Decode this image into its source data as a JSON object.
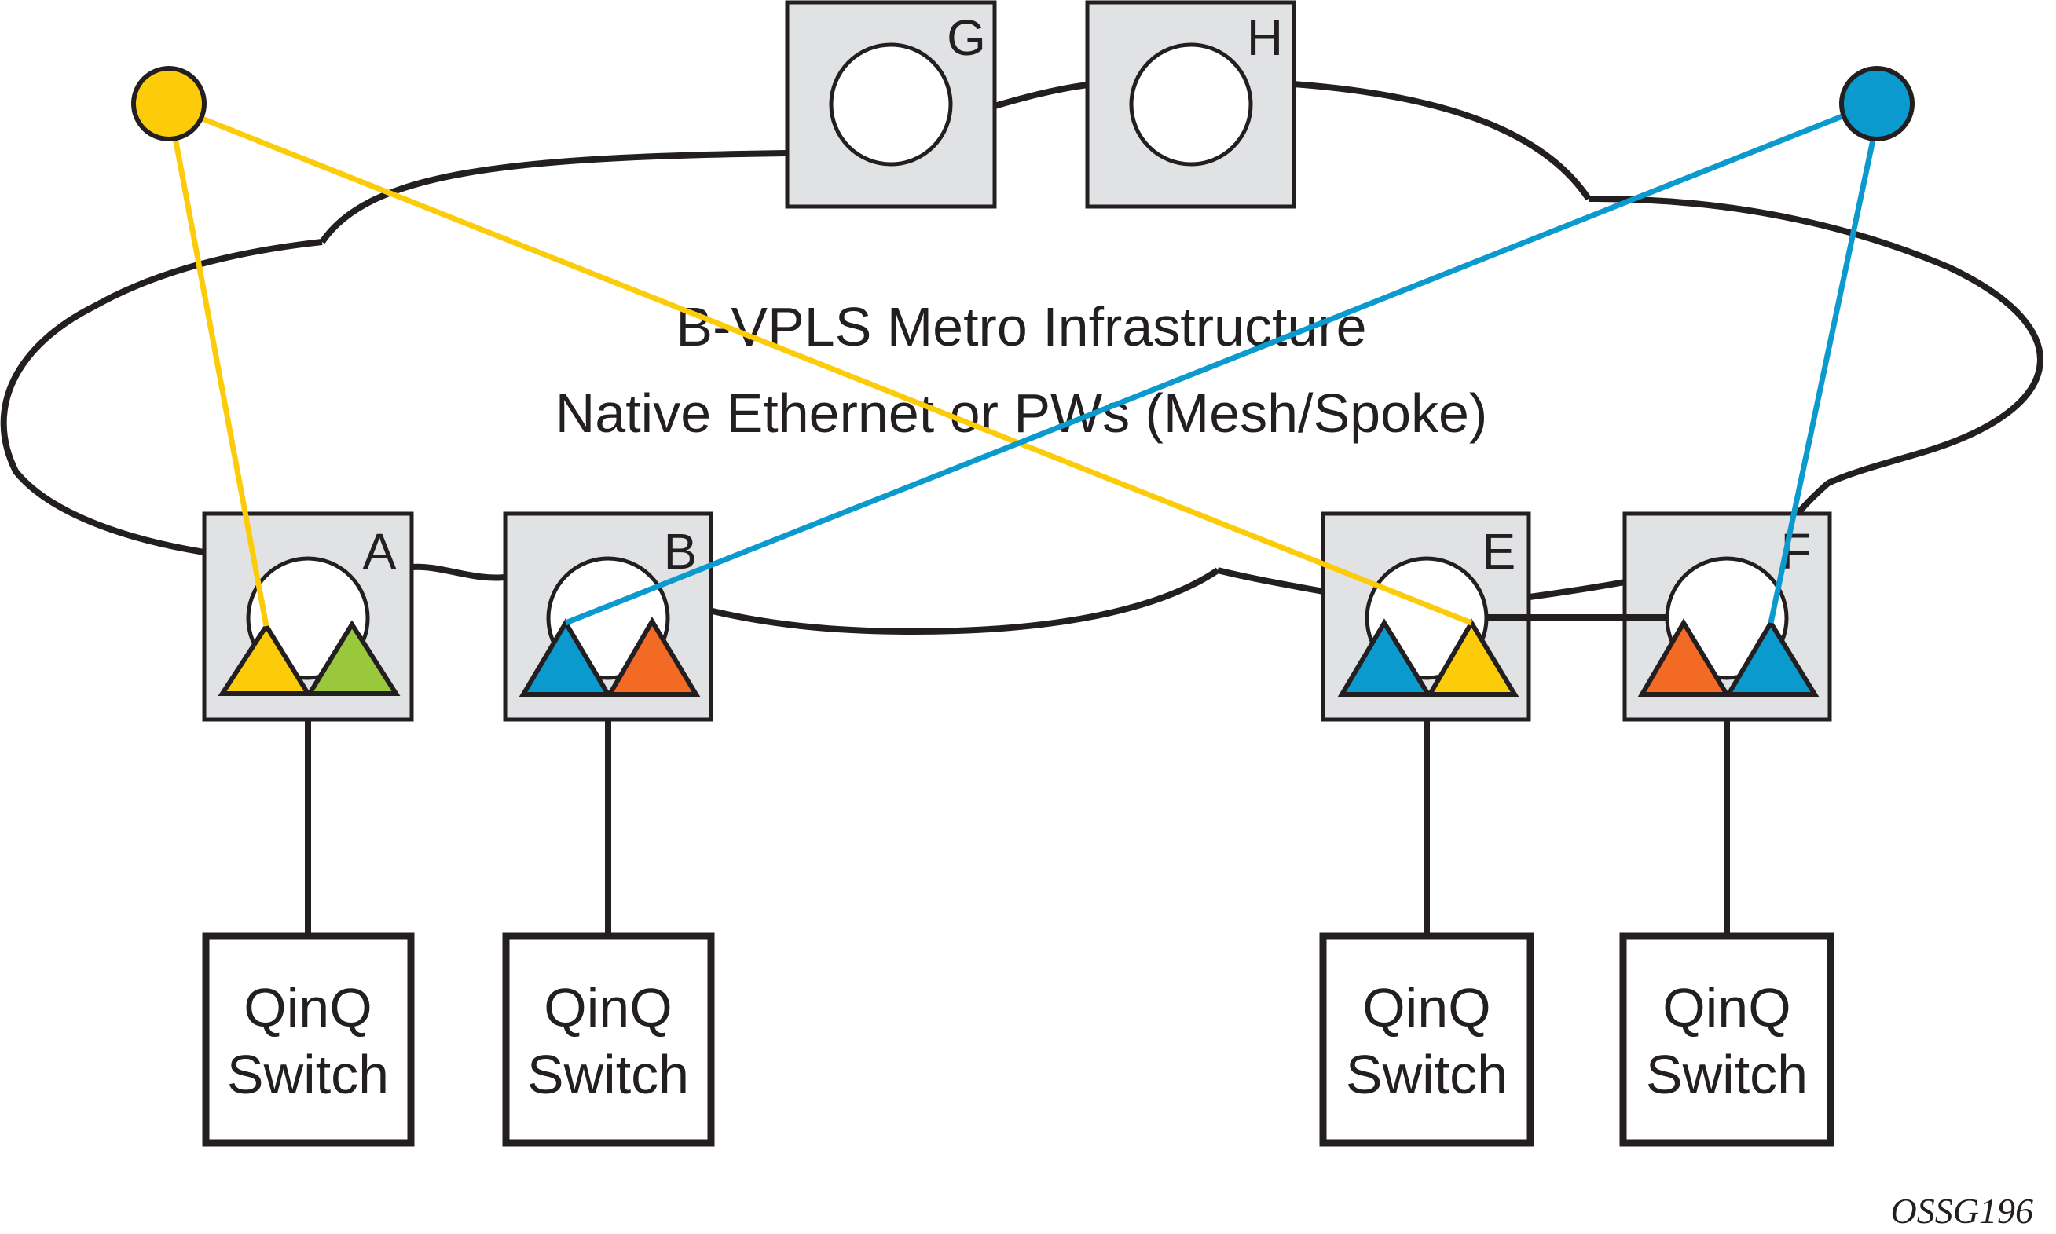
{
  "diagram": {
    "cloud": {
      "title_line1": "B-VPLS Metro Infrastructure",
      "title_line2": "Native Ethernet or PWs (Mesh/Spoke)"
    },
    "core_nodes": [
      {
        "id": "G",
        "label": "G"
      },
      {
        "id": "H",
        "label": "H"
      }
    ],
    "edge_nodes": [
      {
        "id": "A",
        "label": "A",
        "triangles": [
          "yellow",
          "green"
        ]
      },
      {
        "id": "B",
        "label": "B",
        "triangles": [
          "blue",
          "orange"
        ]
      },
      {
        "id": "E",
        "label": "E",
        "triangles": [
          "blue",
          "yellow"
        ]
      },
      {
        "id": "F",
        "label": "F",
        "triangles": [
          "orange",
          "blue"
        ]
      }
    ],
    "switches": [
      {
        "attached_to": "A",
        "line1": "QinQ",
        "line2": "Switch"
      },
      {
        "attached_to": "B",
        "line1": "QinQ",
        "line2": "Switch"
      },
      {
        "attached_to": "E",
        "line1": "QinQ",
        "line2": "Switch"
      },
      {
        "attached_to": "F",
        "line1": "QinQ",
        "line2": "Switch"
      }
    ],
    "service_endpoints": [
      {
        "color": "yellow",
        "connects": [
          "A",
          "E"
        ]
      },
      {
        "color": "blue",
        "connects": [
          "B",
          "F"
        ]
      }
    ],
    "figure_id": "OSSG196",
    "colors": {
      "yellow": "#FCCC0A",
      "blue": "#0B9ACD",
      "green": "#99C83C",
      "orange": "#F26A23",
      "node_fill": "#E1E2E4",
      "stroke": "#231F20"
    }
  }
}
